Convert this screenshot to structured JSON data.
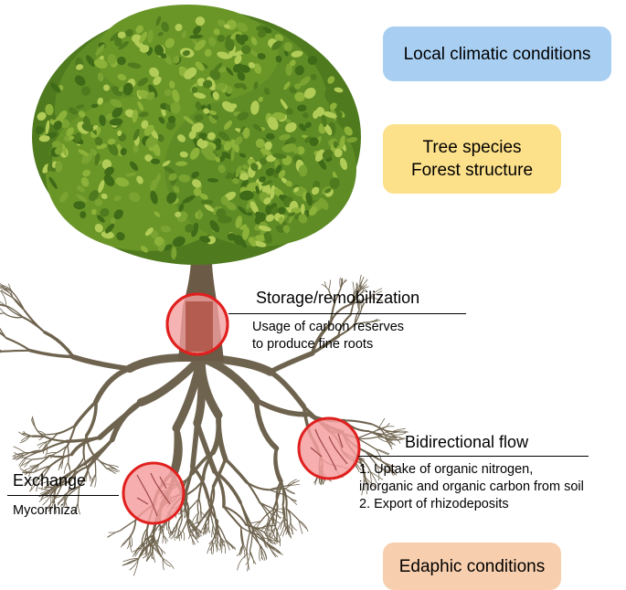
{
  "boxes": {
    "climate": {
      "label": "Local climatic conditions",
      "color": "#a8cff2"
    },
    "tree": {
      "lines": [
        "Tree species",
        "Forest structure"
      ],
      "color": "#fde08a"
    },
    "edaphic": {
      "label": "Edaphic conditions",
      "color": "#f8cfae"
    }
  },
  "annotations": {
    "storage": {
      "title": "Storage/remobilization",
      "lines": [
        "Usage of carbon reserves",
        "to produce fine roots"
      ]
    },
    "bidirectional": {
      "title": "Bidirectional flow",
      "lines": [
        "1. Uptake of organic nitrogen,",
        "inorganic and organic carbon from soil",
        "2. Export of rhizodeposits"
      ]
    },
    "exchange": {
      "title": "Exchange",
      "lines": [
        "Mycorrhiza"
      ]
    }
  },
  "colors": {
    "highlight_ring": "#e0201e",
    "highlight_fill": "#f4a0a0",
    "foliage_dark": "#4f7a1e",
    "foliage_mid": "#7aa332",
    "foliage_light": "#b2cc58",
    "trunk": "#6b5a45",
    "roots": "#6e634e"
  }
}
